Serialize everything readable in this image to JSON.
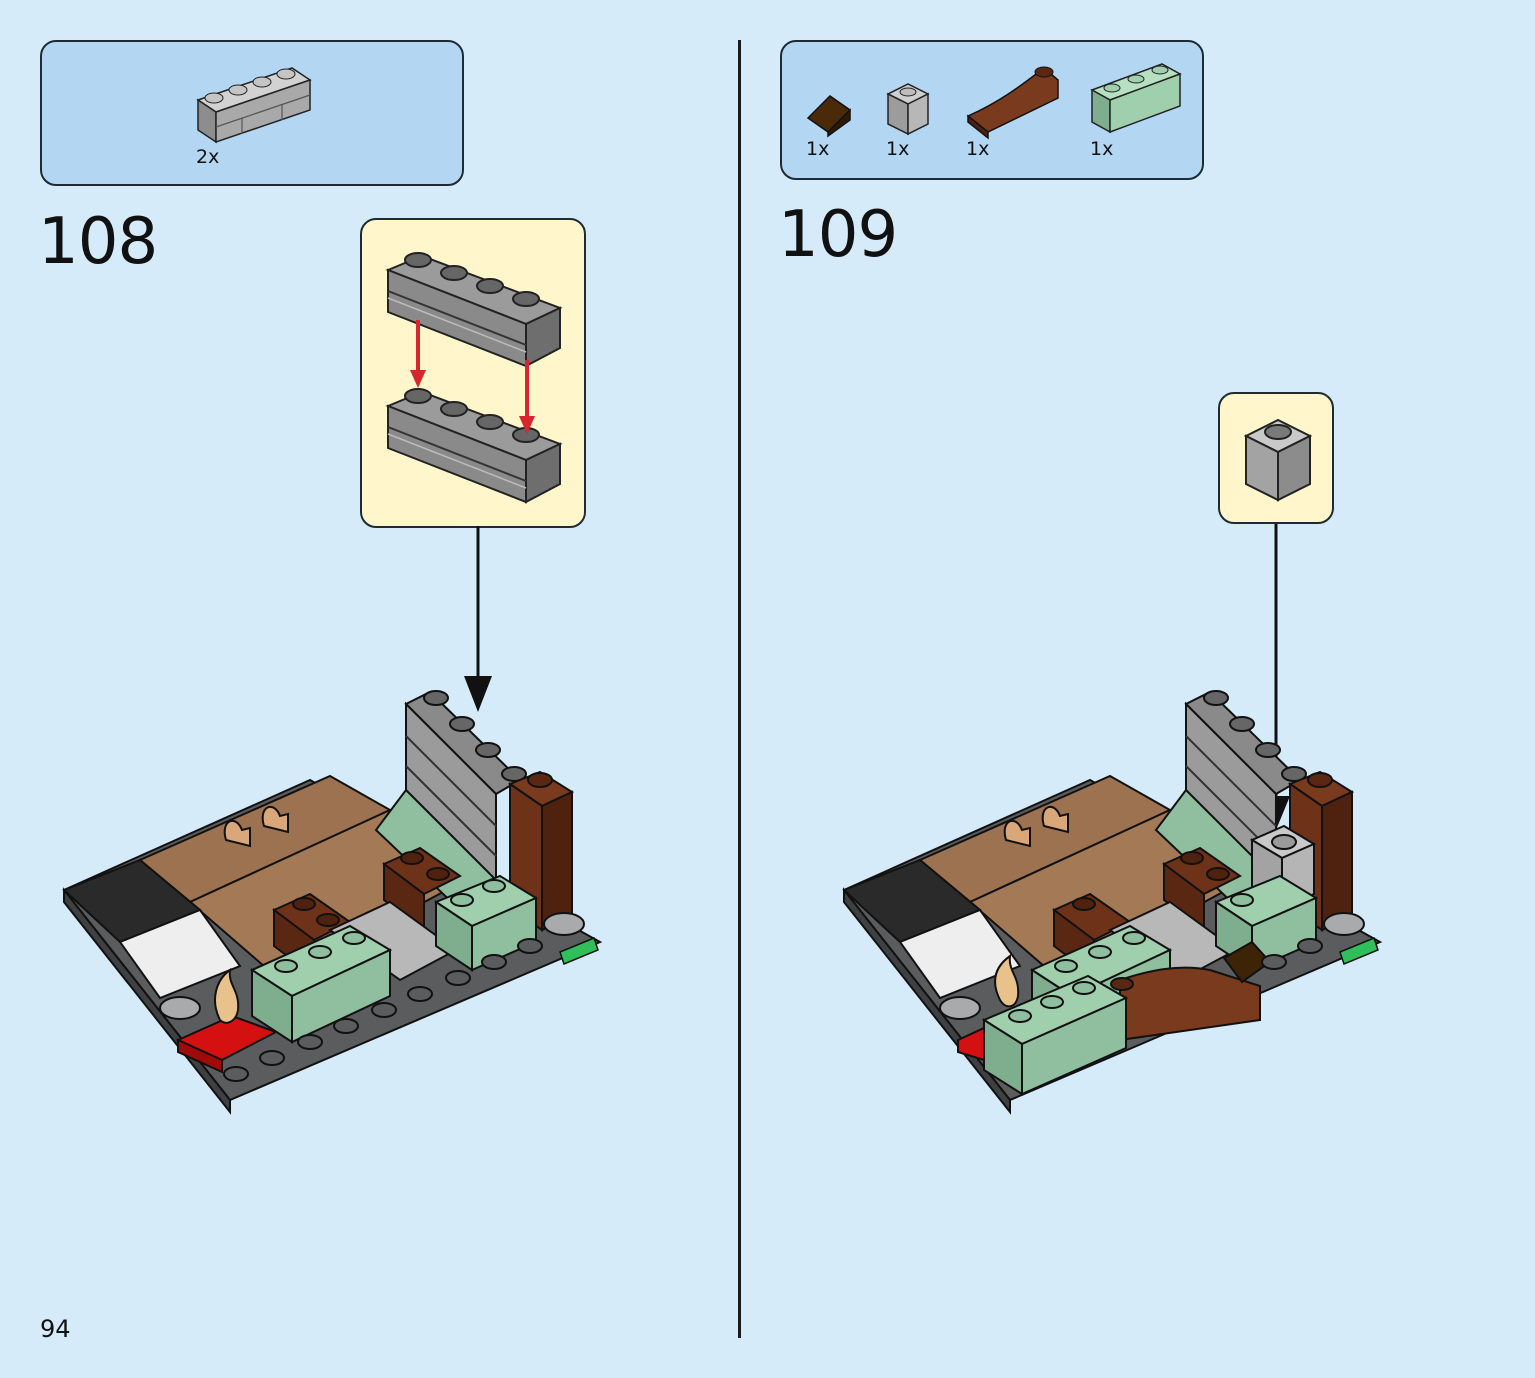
{
  "page": {
    "number": "94"
  },
  "steps": [
    {
      "number": "108",
      "parts": [
        {
          "icon": "gray-masonry-brick-1x4-icon",
          "qty": "2x"
        }
      ]
    },
    {
      "number": "109",
      "parts": [
        {
          "icon": "dark-brown-slope-icon",
          "qty": "1x"
        },
        {
          "icon": "light-gray-brick-1x1-icon",
          "qty": "1x"
        },
        {
          "icon": "reddish-brown-curved-slope-icon",
          "qty": "1x"
        },
        {
          "icon": "sand-green-brick-1x3-icon",
          "qty": "1x"
        }
      ]
    }
  ],
  "colors": {
    "background": "#d5ebfa",
    "parts_box": "#b3d6f3",
    "callout": "#fff6cc",
    "arrow_red": "#d7262e",
    "dark_gray": "#5a5c5e",
    "light_gray": "#a8aaac",
    "sand_green": "#8fbf9f",
    "reddish_brown": "#6e3218",
    "medium_tan": "#9c7250"
  }
}
